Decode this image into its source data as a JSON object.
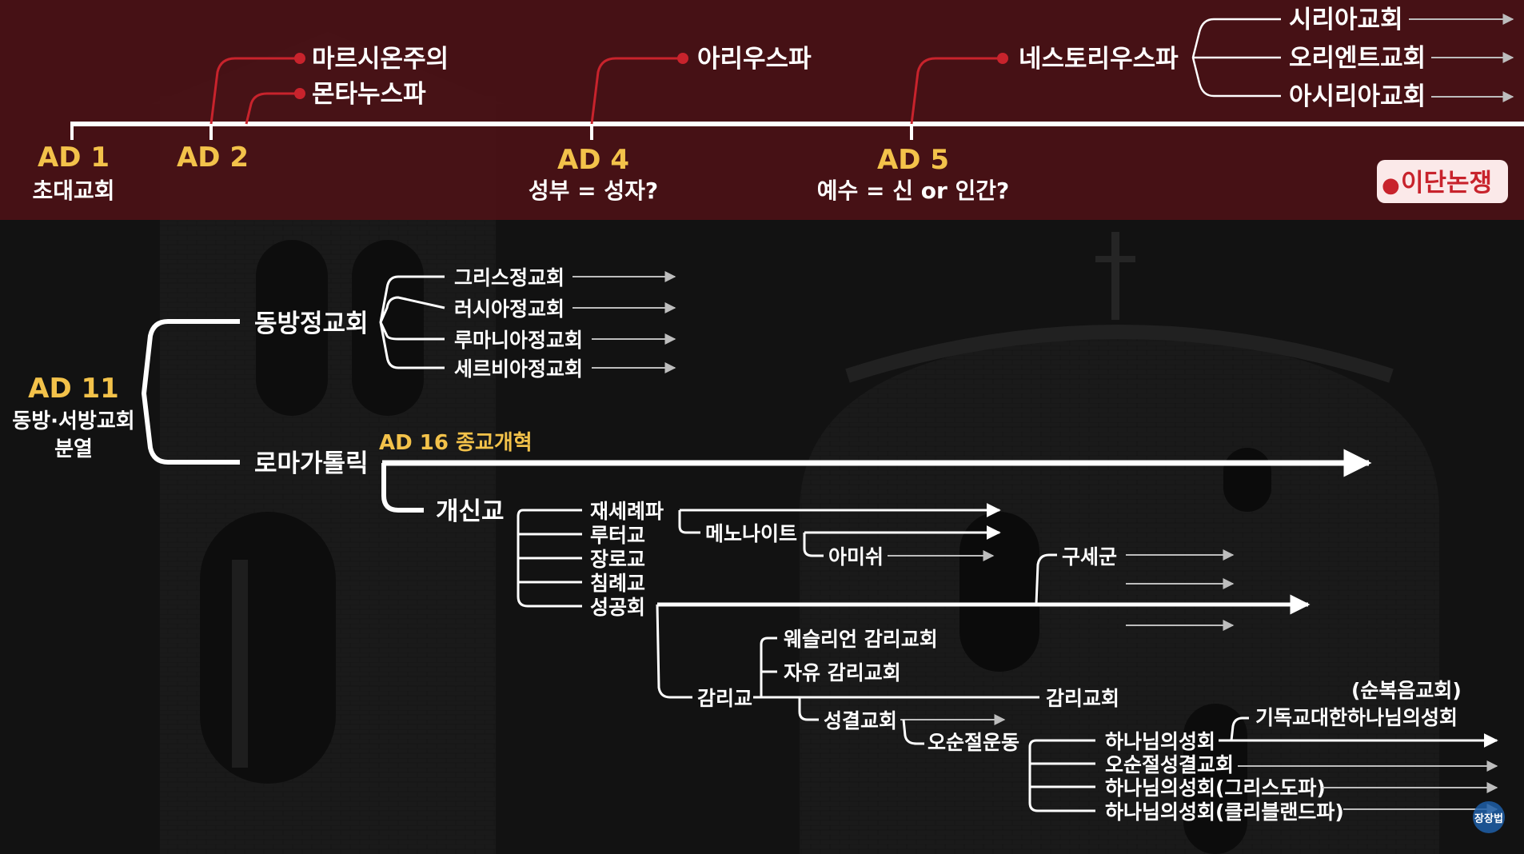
{
  "colors": {
    "header_bg": "#4a1216",
    "era_gold": "#f3c24a",
    "red_connector": "#c8232c",
    "text_white": "#ffffff",
    "badge_bg": "#fbe9e9",
    "badge_text": "#c8232c"
  },
  "header": {
    "eras": [
      {
        "label": "AD 1",
        "caption": "초대교회"
      },
      {
        "label": "AD 2",
        "caption": ""
      },
      {
        "label": "AD 4",
        "caption": "성부 = 성자?"
      },
      {
        "label": "AD 5",
        "caption": "예수 = 신 or 인간?"
      }
    ],
    "heresies": [
      "마르시온주의",
      "몬타누스파",
      "아리우스파",
      "네스토리우스파"
    ],
    "nestorian_branches": [
      "시리아교회",
      "오리엔트교회",
      "아시리아교회"
    ],
    "badge": {
      "bullet": "●",
      "text": "이단논쟁"
    }
  },
  "split": {
    "label": "AD 11",
    "caption_line1": "동방·서방교회",
    "caption_line2": "분열"
  },
  "east": {
    "label": "동방정교회",
    "children": [
      "그리스정교회",
      "러시아정교회",
      "루마니아정교회",
      "세르비아정교회"
    ]
  },
  "west": {
    "label": "로마가톨릭",
    "reform_label": "AD 16 종교개혁"
  },
  "protestant": {
    "label": "개신교",
    "children": [
      "재세례파",
      "루터교",
      "장로교",
      "침례교",
      "성공회"
    ],
    "mennonite": "메노나이트",
    "amish": "아미쉬",
    "salvation_army": "구세군"
  },
  "methodist": {
    "label": "감리교",
    "children": [
      "웨슬리언 감리교회",
      "자유 감리교회"
    ],
    "methodist_church": "감리교회",
    "holiness": "성결교회",
    "pentecostal": "오순절운동"
  },
  "pentecostal": {
    "children": [
      "하나님의성회",
      "오순절성결교회",
      "하나님의성회(그리스도파)",
      "하나님의성회(클리블랜드파)"
    ],
    "full_gospel": "(순복음교회)",
    "korea_ag": "기독교대한하나님의성회"
  },
  "watermark": "장장법"
}
